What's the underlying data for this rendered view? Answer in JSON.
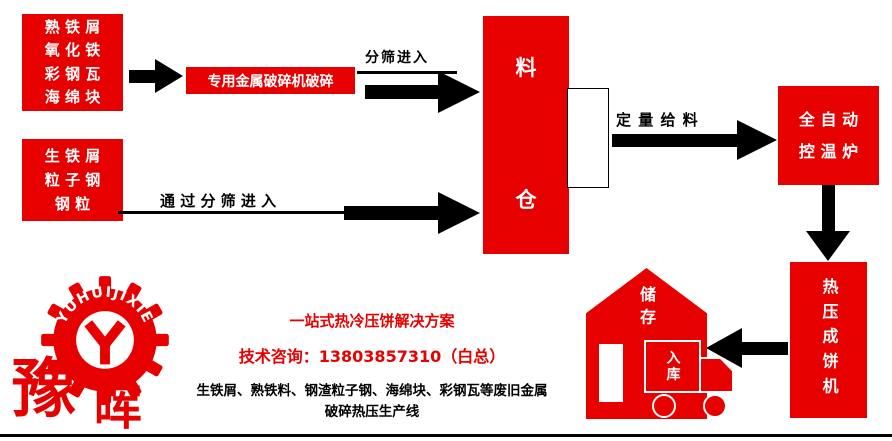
{
  "colors": {
    "red": "#e60000",
    "ink": "#000000"
  },
  "flow": {
    "materials_top": {
      "lines": [
        "熟 铁 屑",
        "氧 化 铁",
        "彩 钢 瓦",
        "海 绵 块"
      ]
    },
    "crusher_label": "专用金属破碎机破碎",
    "sieve_top_label": "分筛进入",
    "silo": {
      "top_char": "料",
      "bottom_char": "仓"
    },
    "materials_left": {
      "lines": [
        "生 铁 屑",
        "粒 子 钢",
        "钢 粒"
      ]
    },
    "sieve_bottom_label": "通 过 分 筛 进 入",
    "feed_label": "定 量 给 料",
    "furnace_lines": [
      "全 自 动",
      "控 温 炉"
    ],
    "press_text": "热压成饼机",
    "storage_label": "储存",
    "inbound_label": "入库"
  },
  "footer": {
    "slogan": "一站式热冷压饼解决方案",
    "contact": "技术咨询：13803857310（白总）",
    "desc_line1": "生铁屑、熟铁料、钢渣粒子钢、海绵块、彩钢瓦等废旧金属",
    "desc_line2": "破碎热压生产线",
    "brand_chars": [
      "豫",
      "晖"
    ],
    "logo_text": "YUHUIJIXIE"
  }
}
